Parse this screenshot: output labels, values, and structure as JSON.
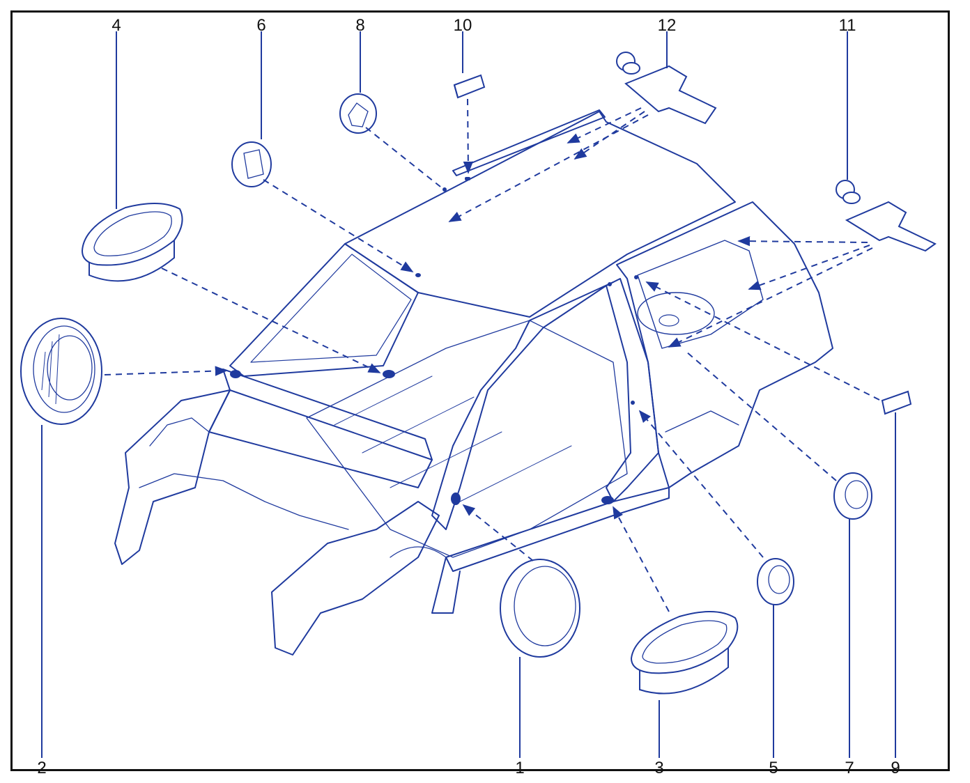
{
  "colors": {
    "line": "#1f3a9e",
    "fill": "#1f3a9e",
    "frame": "#111111",
    "text": "#111111"
  },
  "callouts": [
    {
      "id": "1",
      "label": "1"
    },
    {
      "id": "2",
      "label": "2"
    },
    {
      "id": "3",
      "label": "3"
    },
    {
      "id": "4",
      "label": "4"
    },
    {
      "id": "5",
      "label": "5"
    },
    {
      "id": "6",
      "label": "6"
    },
    {
      "id": "7",
      "label": "7"
    },
    {
      "id": "8",
      "label": "8"
    },
    {
      "id": "9",
      "label": "9"
    },
    {
      "id": "10",
      "label": "10"
    },
    {
      "id": "11",
      "label": "11"
    },
    {
      "id": "12",
      "label": "12"
    }
  ]
}
